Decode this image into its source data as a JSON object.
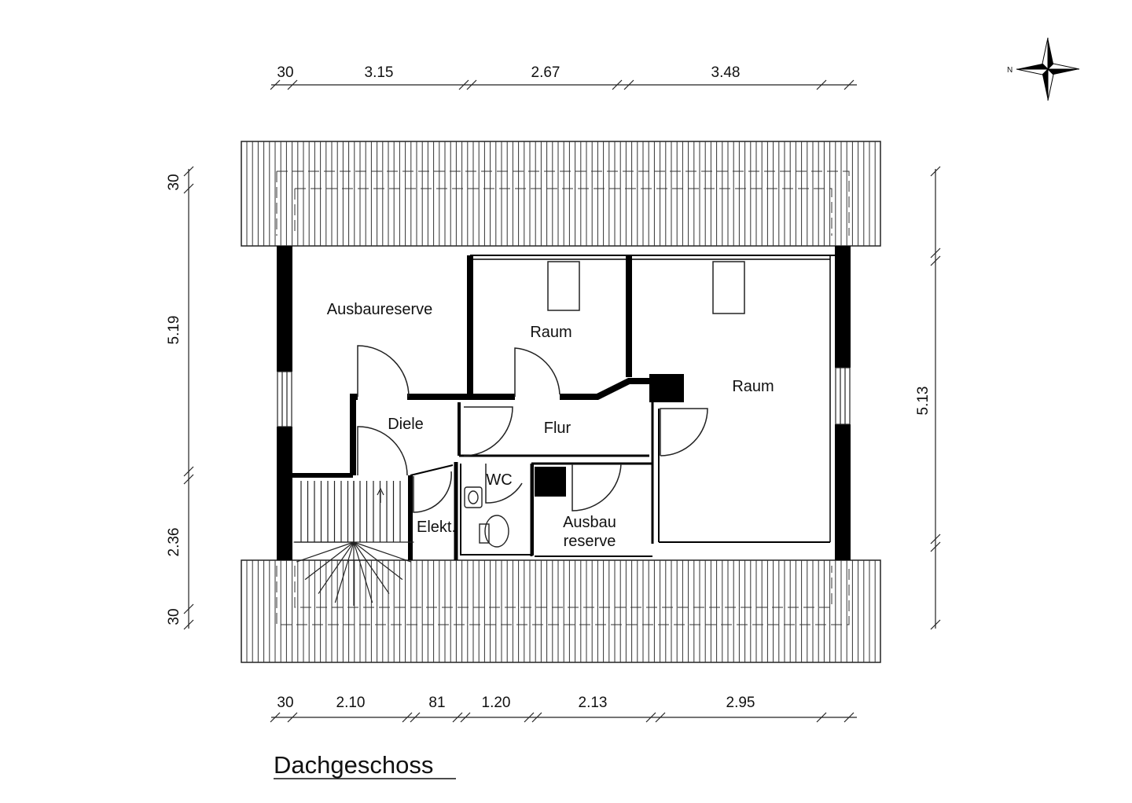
{
  "title": "Dachgeschoss",
  "compass": {
    "north_label": "N"
  },
  "rooms": {
    "ausbaureserve": "Ausbaureserve",
    "raum_1": "Raum",
    "raum_2": "Raum",
    "diele": "Diele",
    "flur": "Flur",
    "wc": "WC",
    "elekt": "Elekt.",
    "ausbau_line1": "Ausbau",
    "ausbau_line2": "reserve"
  },
  "dimensions": {
    "top": [
      "30",
      "3.15",
      "2.67",
      "3.48"
    ],
    "bottom": [
      "30",
      "2.10",
      "81",
      "1.20",
      "2.13",
      "2.95"
    ],
    "left": [
      "30",
      "5.19",
      "2.36",
      "30"
    ],
    "right": [
      "5.13"
    ]
  },
  "colors": {
    "wall": "#000000",
    "line": "#222222",
    "background": "#ffffff"
  }
}
